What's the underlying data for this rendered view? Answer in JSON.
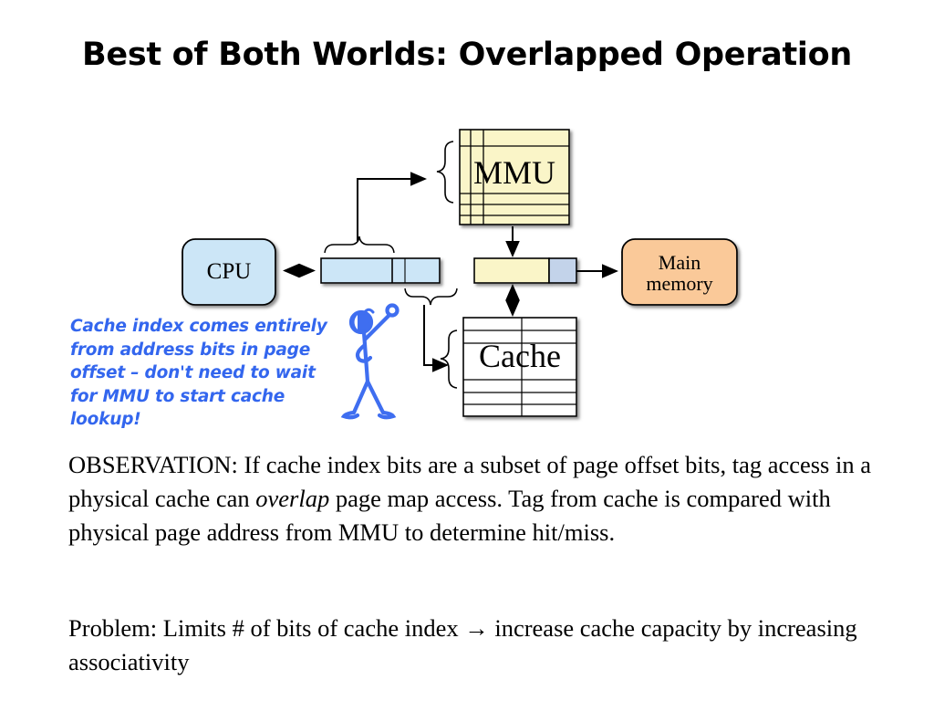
{
  "slide": {
    "title": "Best of Both Worlds: Overlapped Operation"
  },
  "diagram": {
    "nodes": {
      "cpu": {
        "label": "CPU",
        "fill": "#cce6f7",
        "stroke": "#000000",
        "shape": "rounded-rect"
      },
      "mmu": {
        "label": "MMU",
        "fill": "#faf5c8",
        "stroke": "#000000",
        "shape": "table-grid"
      },
      "cache": {
        "label": "Cache",
        "fill": "#ffffff",
        "stroke": "#000000",
        "shape": "table-grid"
      },
      "main_memory": {
        "label_line1": "Main",
        "label_line2": "memory",
        "fill": "#fac999",
        "stroke": "#000000",
        "shape": "rounded-rect"
      }
    },
    "bars": {
      "virtual_address": {
        "fill": "#cce6f7",
        "stroke": "#000000",
        "segments": 3
      },
      "physical_address": {
        "tag_fill": "#faf5c8",
        "offset_fill": "#c3d3ea",
        "stroke": "#000000",
        "segments": 2
      }
    },
    "connectors": [
      {
        "name": "cpu-to-virtual-address",
        "style": "double-arrow"
      },
      {
        "name": "virtual-page-number-to-mmu",
        "style": "single-arrow"
      },
      {
        "name": "mmu-to-physical-address",
        "style": "single-arrow"
      },
      {
        "name": "physical-address-to-cache",
        "style": "double-arrow"
      },
      {
        "name": "physical-address-to-main-memory",
        "style": "single-arrow"
      },
      {
        "name": "page-offset-to-cache",
        "style": "single-arrow"
      }
    ]
  },
  "annotation": {
    "color": "#3366ee",
    "lines": [
      "Cache index comes entirely",
      "from address bits in page",
      "offset – don't need to wait",
      "for MMU to start cache",
      "lookup!"
    ],
    "figure": "stick-figure-pointing"
  },
  "body": {
    "observation": {
      "part1": "OBSERVATION: If cache index bits  are a subset of page offset bits, tag access in a physical cache can ",
      "emphasis": "overlap",
      "part2": "  page map access.  Tag from cache is compared with physical page address from MMU to determine hit/miss."
    },
    "problem": {
      "text": "Problem: Limits # of bits of cache index → increase cache capacity by increasing associativity"
    }
  }
}
